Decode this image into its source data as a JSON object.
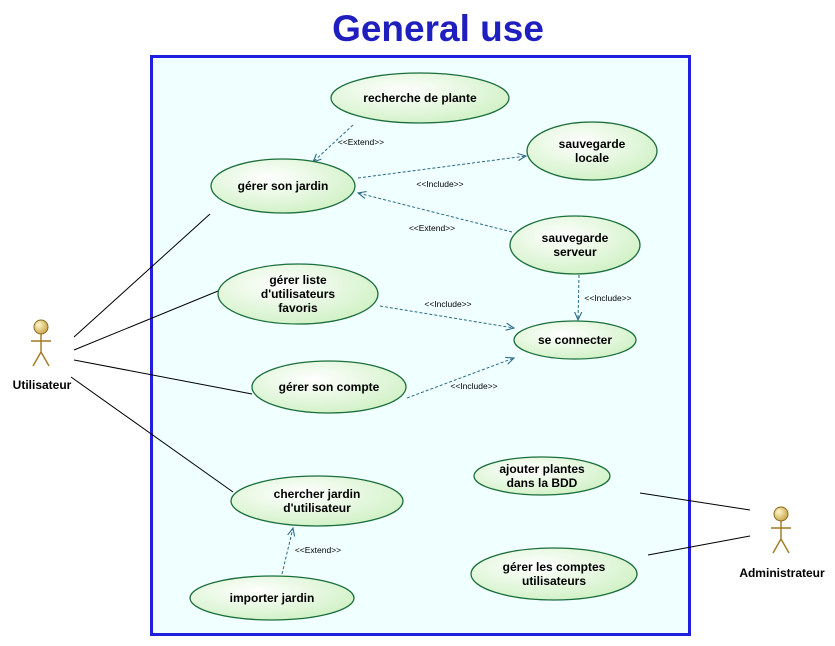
{
  "title": "General use",
  "actors": [
    {
      "id": "utilisateur",
      "label": "Utilisateur"
    },
    {
      "id": "administrateur",
      "label": "Administrateur"
    }
  ],
  "use_cases": [
    {
      "id": "recherche",
      "lines": [
        "recherche de plante"
      ]
    },
    {
      "id": "jardin",
      "lines": [
        "gérer son jardin"
      ]
    },
    {
      "id": "locale",
      "lines": [
        "sauvegarde",
        "locale"
      ]
    },
    {
      "id": "serveur",
      "lines": [
        "sauvegarde",
        "serveur"
      ]
    },
    {
      "id": "favoris",
      "lines": [
        "gérer liste",
        "d'utilisateurs",
        "favoris"
      ]
    },
    {
      "id": "connecter",
      "lines": [
        "se connecter"
      ]
    },
    {
      "id": "compte",
      "lines": [
        "gérer son compte"
      ]
    },
    {
      "id": "ajouter",
      "lines": [
        "ajouter plantes",
        "dans la BDD"
      ]
    },
    {
      "id": "chercher",
      "lines": [
        "chercher jardin",
        "d'utilisateur"
      ]
    },
    {
      "id": "comptes",
      "lines": [
        "gérer les comptes",
        "utilisateurs"
      ]
    },
    {
      "id": "importer",
      "lines": [
        "importer jardin"
      ]
    }
  ],
  "relations": [
    {
      "from": "recherche",
      "to": "jardin",
      "stereotype": "<<Extend>>"
    },
    {
      "from": "jardin",
      "to": "locale",
      "stereotype": "<<Include>>"
    },
    {
      "from": "serveur",
      "to": "jardin",
      "stereotype": "<<Extend>>"
    },
    {
      "from": "serveur",
      "to": "connecter",
      "stereotype": "<<Include>>"
    },
    {
      "from": "favoris",
      "to": "connecter",
      "stereotype": "<<Include>>"
    },
    {
      "from": "compte",
      "to": "connecter",
      "stereotype": "<<Include>>"
    },
    {
      "from": "importer",
      "to": "chercher",
      "stereotype": "<<Extend>>"
    }
  ],
  "associations": [
    {
      "actor": "utilisateur",
      "use_case": "jardin"
    },
    {
      "actor": "utilisateur",
      "use_case": "favoris"
    },
    {
      "actor": "utilisateur",
      "use_case": "compte"
    },
    {
      "actor": "utilisateur",
      "use_case": "chercher"
    },
    {
      "actor": "administrateur",
      "use_case": "ajouter"
    },
    {
      "actor": "administrateur",
      "use_case": "comptes"
    }
  ]
}
